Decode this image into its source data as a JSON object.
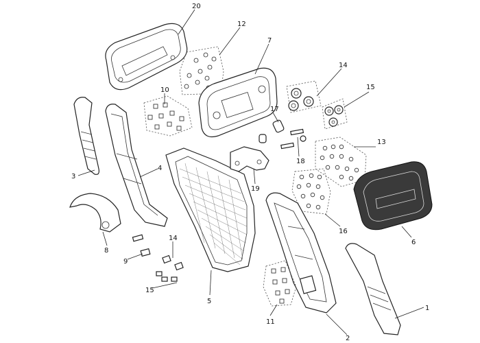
{
  "diagram": {
    "callouts": [
      {
        "id": "c20",
        "label": "20"
      },
      {
        "id": "c12",
        "label": "12"
      },
      {
        "id": "c7",
        "label": "7"
      },
      {
        "id": "c14a",
        "label": "14"
      },
      {
        "id": "c15a",
        "label": "15"
      },
      {
        "id": "c10",
        "label": "10"
      },
      {
        "id": "c17",
        "label": "17"
      },
      {
        "id": "c13",
        "label": "13"
      },
      {
        "id": "c3",
        "label": "3"
      },
      {
        "id": "c4",
        "label": "4"
      },
      {
        "id": "c18",
        "label": "18"
      },
      {
        "id": "c19",
        "label": "19"
      },
      {
        "id": "c6",
        "label": "6"
      },
      {
        "id": "c16",
        "label": "16"
      },
      {
        "id": "c8",
        "label": "8"
      },
      {
        "id": "c9",
        "label": "9"
      },
      {
        "id": "c14b",
        "label": "14"
      },
      {
        "id": "c15b",
        "label": "15"
      },
      {
        "id": "c5",
        "label": "5"
      },
      {
        "id": "c11",
        "label": "11"
      },
      {
        "id": "c1",
        "label": "1"
      },
      {
        "id": "c2",
        "label": "2"
      }
    ]
  }
}
